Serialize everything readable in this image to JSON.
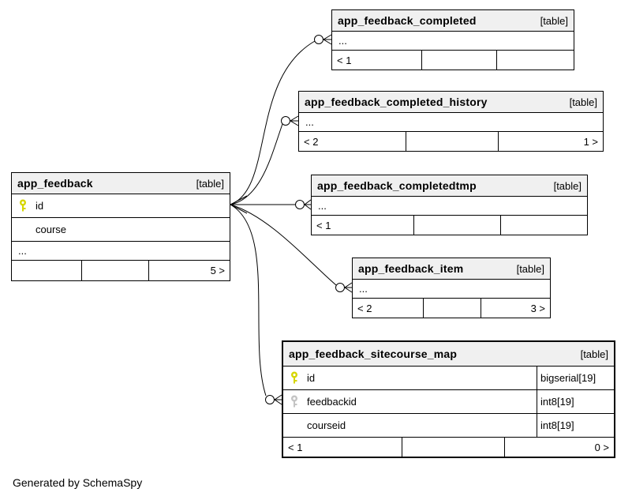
{
  "note": "Generated by SchemaSpy",
  "colors": {
    "primary_key": "#d6d600",
    "foreign_key": "#c4c4c4",
    "header_bg": "#f0f0f0",
    "edge": "#000000"
  },
  "tables": [
    {
      "id": "app_feedback",
      "title": "app_feedback",
      "tag": "[table]",
      "rows": [
        {
          "icon": "primary-key",
          "label": "id"
        },
        {
          "icon": null,
          "label": "course"
        },
        {
          "icon": null,
          "label": "...",
          "ellipsis": true
        }
      ],
      "footer": [
        "",
        "",
        "5 >"
      ]
    },
    {
      "id": "app_feedback_completed",
      "title": "app_feedback_completed",
      "tag": "[table]",
      "rows": [
        {
          "icon": null,
          "label": "...",
          "ellipsis": true
        }
      ],
      "footer": [
        "< 1",
        "",
        ""
      ]
    },
    {
      "id": "app_feedback_completed_history",
      "title": "app_feedback_completed_history",
      "tag": "[table]",
      "rows": [
        {
          "icon": null,
          "label": "...",
          "ellipsis": true
        }
      ],
      "footer": [
        "< 2",
        "",
        "1 >"
      ]
    },
    {
      "id": "app_feedback_completedtmp",
      "title": "app_feedback_completedtmp",
      "tag": "[table]",
      "rows": [
        {
          "icon": null,
          "label": "...",
          "ellipsis": true
        }
      ],
      "footer": [
        "< 1",
        "",
        ""
      ]
    },
    {
      "id": "app_feedback_item",
      "title": "app_feedback_item",
      "tag": "[table]",
      "rows": [
        {
          "icon": null,
          "label": "...",
          "ellipsis": true
        }
      ],
      "footer": [
        "< 2",
        "",
        "3 >"
      ]
    },
    {
      "id": "app_feedback_sitecourse_map",
      "title": "app_feedback_sitecourse_map",
      "tag": "[table]",
      "emphasized": true,
      "rows": [
        {
          "icon": "primary-key",
          "label": "id",
          "type": "bigserial[19]"
        },
        {
          "icon": "foreign-key",
          "label": "feedbackid",
          "type": "int8[19]"
        },
        {
          "icon": null,
          "label": "courseid",
          "type": "int8[19]"
        }
      ],
      "footer": [
        "< 1",
        "",
        "0 >"
      ]
    }
  ]
}
